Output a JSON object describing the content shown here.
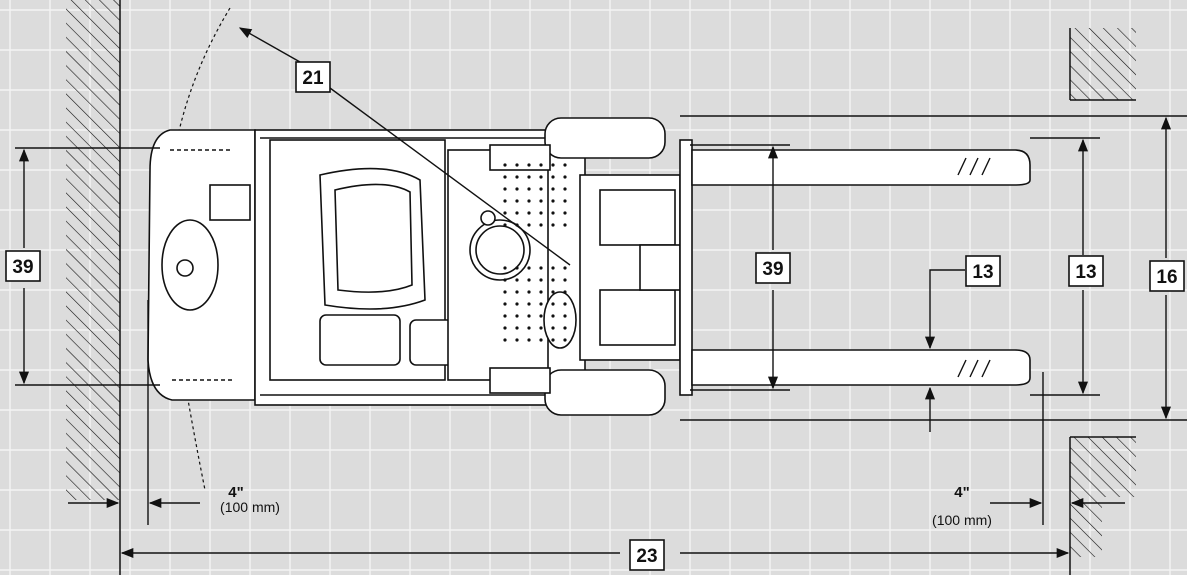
{
  "callouts": {
    "turn_radius": "21",
    "length_total": "23",
    "width_left": "39",
    "fork_spread": "39",
    "fork_clearance": "13",
    "fork_outer": "13",
    "overall_width": "16"
  },
  "notes": {
    "left_clearance_in": "4\"",
    "left_clearance_mm": "(100 mm)",
    "right_clearance_in": "4\"",
    "right_clearance_mm": "(100 mm)"
  },
  "colors": {
    "background": "#dcdcdc",
    "grid": "#f4f4f4",
    "line": "#111111",
    "box_fill": "#ffffff"
  }
}
